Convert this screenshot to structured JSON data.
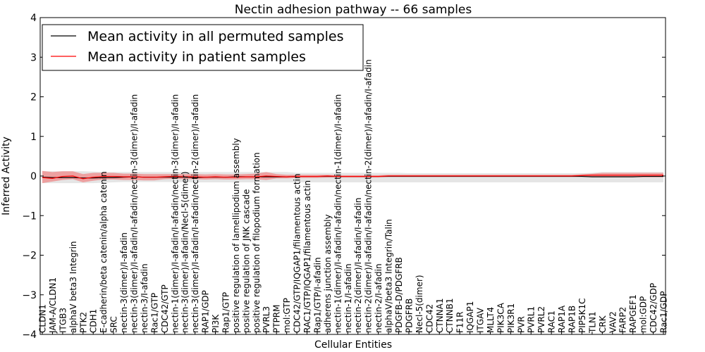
{
  "chart_data": {
    "type": "line",
    "title": "Nectin adhesion pathway -- 66 samples",
    "xlabel": "Cellular Entities",
    "ylabel": "Inferred Activity",
    "ylim": [
      -4,
      4
    ],
    "yticks": [
      -4,
      -3,
      -2,
      -1,
      0,
      1,
      2,
      3,
      4
    ],
    "ytick_labels": [
      "−4",
      "−3",
      "−2",
      "−1",
      "0",
      "1",
      "2",
      "3",
      "4"
    ],
    "grid": false,
    "legend_position": "top-left",
    "categories": [
      "CLDN1",
      "JAM-A/CLDN1",
      "ITGB3",
      "alphaV beta3 Integrin",
      "PTK2",
      "CDH1",
      "E-cadherin/beta catenin/alpha catenin",
      "SRC",
      "nectin-3(dimer)/I-afadin",
      "nectin-3(dimer)/I-afadin/I-afadin/nectin-3(dimer)/I-afadin",
      "nectin-3/I-afadin",
      "Rac1/GTP",
      "CDC42/GTP",
      "nectin-1(dimer)/I-afadin/I-afadin/nectin-3(dimer)/I-afadin",
      "nectin-3(dimer)/I-afadin/Necl-5(dimer)",
      "nectin-3(dimer)/I-afadin/I-afadin/nectin-2(dimer)/I-afadin",
      "RAP1/GDP",
      "PI3K",
      "Rap1/GTP",
      "positive regulation of lamellipodium assembly",
      "positive regulation of JNK cascade",
      "positive regulation of filopodium formation",
      "PVRL3",
      "PTPRM",
      "mol:GTP",
      "CDC42/GTP/IQGAP1/filamentous actin",
      "RAC1/GTP/IQGAP1/filamentous actin",
      "Rap1/GTP/I-afadin",
      "adherens junction assembly",
      "nectin-1(dimer)/I-afadin/I-afadin/nectin-1(dimer)/I-afadin",
      "nectin-1/I-afadin",
      "nectin-2(dimer)/I-afadin/I-afadin",
      "nectin-2(dimer)/I-afadin/I-afadin/nectin-2(dimer)/I-afadin/I-afadin",
      "nectin-2/I-afadin",
      "alphaV/beta3 Integrin/Talin",
      "PDGFB-D/PDGFRB",
      "PDGFRB",
      "Necl-5(dimer)",
      "CDC42",
      "CTNNA1",
      "CTNNB1",
      "F11R",
      "IQGAP1",
      "ITGAV",
      "MLLT4",
      "PIK3CA",
      "PIK3R1",
      "PVR",
      "PVRL1",
      "PVRL2",
      "RAC1",
      "RAP1A",
      "RAP1B",
      "PIP5K1C",
      "TLN1",
      "CRK",
      "VAV2",
      "FARP2",
      "RAPGEF1",
      "mol:GDP",
      "CDC42/GDP",
      "Rac1/GDP"
    ],
    "series": [
      {
        "name": "Mean activity in all permuted samples",
        "color": "#000000",
        "values": [
          -0.03,
          -0.04,
          -0.04,
          -0.04,
          -0.05,
          -0.05,
          -0.04,
          -0.04,
          -0.03,
          -0.02,
          -0.03,
          -0.03,
          -0.03,
          -0.03,
          -0.03,
          -0.04,
          -0.03,
          -0.03,
          -0.03,
          -0.02,
          -0.02,
          -0.02,
          -0.02,
          -0.02,
          -0.02,
          -0.01,
          -0.01,
          -0.01,
          -0.01,
          -0.01,
          -0.01,
          -0.01,
          -0.01,
          -0.01,
          -0.01,
          -0.01,
          -0.01,
          -0.01,
          -0.01,
          -0.01,
          -0.01,
          -0.01,
          -0.01,
          -0.01,
          -0.01,
          -0.01,
          -0.01,
          -0.01,
          -0.01,
          -0.01,
          -0.01,
          -0.01,
          -0.01,
          -0.01,
          -0.02,
          -0.02,
          -0.02,
          -0.02,
          -0.02,
          -0.01,
          -0.01,
          -0.01
        ],
        "lower": [
          -0.18,
          -0.18,
          -0.18,
          -0.18,
          -0.18,
          -0.18,
          -0.17,
          -0.16,
          -0.15,
          -0.15,
          -0.15,
          -0.15,
          -0.15,
          -0.15,
          -0.15,
          -0.16,
          -0.16,
          -0.16,
          -0.16,
          -0.16,
          -0.16,
          -0.16,
          -0.16,
          -0.16,
          -0.16,
          -0.16,
          -0.16,
          -0.16,
          -0.16,
          -0.16,
          -0.16,
          -0.16,
          -0.16,
          -0.16,
          -0.16,
          -0.16,
          -0.16,
          -0.16,
          -0.16,
          -0.16,
          -0.16,
          -0.16,
          -0.16,
          -0.16,
          -0.16,
          -0.16,
          -0.16,
          -0.16,
          -0.16,
          -0.16,
          -0.16,
          -0.16,
          -0.16,
          -0.16,
          -0.16,
          -0.16,
          -0.16,
          -0.16,
          -0.16,
          -0.16,
          -0.16,
          -0.16
        ],
        "upper": [
          0.12,
          0.12,
          0.12,
          0.12,
          0.12,
          0.11,
          0.1,
          0.1,
          0.1,
          0.1,
          0.1,
          0.1,
          0.1,
          0.1,
          0.1,
          0.1,
          0.1,
          0.1,
          0.1,
          0.1,
          0.1,
          0.1,
          0.1,
          0.1,
          0.1,
          0.08,
          0.08,
          0.08,
          0.08,
          0.08,
          0.08,
          0.08,
          0.08,
          0.08,
          0.08,
          0.08,
          0.07,
          0.07,
          0.07,
          0.07,
          0.07,
          0.07,
          0.07,
          0.07,
          0.07,
          0.07,
          0.07,
          0.07,
          0.07,
          0.07,
          0.07,
          0.07,
          0.07,
          0.07,
          0.08,
          0.1,
          0.1,
          0.1,
          0.1,
          0.1,
          0.1,
          0.1
        ]
      },
      {
        "name": "Mean activity in patient samples",
        "color": "#ff0000",
        "values": [
          -0.04,
          -0.06,
          -0.01,
          0.0,
          -0.07,
          -0.03,
          -0.01,
          -0.01,
          -0.02,
          -0.02,
          -0.03,
          -0.03,
          -0.02,
          -0.01,
          -0.02,
          -0.02,
          -0.03,
          -0.02,
          -0.03,
          -0.03,
          -0.02,
          -0.02,
          0.0,
          -0.01,
          -0.02,
          -0.01,
          -0.01,
          -0.01,
          0.0,
          -0.01,
          -0.01,
          -0.01,
          -0.01,
          -0.01,
          0.0,
          0.0,
          0.0,
          0.0,
          0.0,
          0.0,
          0.0,
          0.0,
          0.0,
          0.0,
          0.0,
          0.0,
          0.0,
          0.0,
          0.0,
          0.0,
          0.0,
          0.0,
          0.0,
          0.01,
          0.02,
          0.02,
          0.02,
          0.02,
          0.02,
          0.02,
          0.02,
          0.02
        ],
        "lower": [
          -0.18,
          -0.14,
          -0.1,
          -0.08,
          -0.16,
          -0.12,
          -0.09,
          -0.09,
          -0.1,
          -0.1,
          -0.11,
          -0.11,
          -0.08,
          -0.07,
          -0.08,
          -0.08,
          -0.09,
          -0.08,
          -0.09,
          -0.09,
          -0.08,
          -0.08,
          -0.1,
          -0.06,
          -0.06,
          -0.05,
          -0.05,
          -0.05,
          -0.04,
          -0.04,
          -0.04,
          -0.04,
          -0.04,
          -0.04,
          -0.02,
          -0.02,
          -0.02,
          -0.02,
          -0.02,
          -0.02,
          -0.02,
          -0.02,
          -0.02,
          -0.02,
          -0.02,
          -0.02,
          -0.02,
          -0.02,
          -0.02,
          -0.02,
          -0.02,
          -0.02,
          -0.02,
          -0.02,
          -0.03,
          -0.03,
          -0.03,
          -0.03,
          -0.03,
          -0.03,
          -0.03,
          -0.03
        ],
        "upper": [
          0.13,
          0.1,
          0.12,
          0.12,
          0.05,
          0.08,
          0.08,
          0.08,
          0.06,
          0.06,
          0.05,
          0.05,
          0.05,
          0.05,
          0.05,
          0.05,
          0.04,
          0.05,
          0.04,
          0.04,
          0.05,
          0.06,
          0.1,
          0.05,
          0.03,
          0.03,
          0.03,
          0.03,
          0.03,
          0.02,
          0.02,
          0.02,
          0.02,
          0.02,
          0.03,
          0.03,
          0.03,
          0.03,
          0.03,
          0.03,
          0.03,
          0.03,
          0.03,
          0.03,
          0.03,
          0.03,
          0.03,
          0.03,
          0.03,
          0.03,
          0.03,
          0.03,
          0.03,
          0.05,
          0.06,
          0.08,
          0.08,
          0.08,
          0.08,
          0.08,
          0.08,
          0.08
        ]
      }
    ]
  }
}
